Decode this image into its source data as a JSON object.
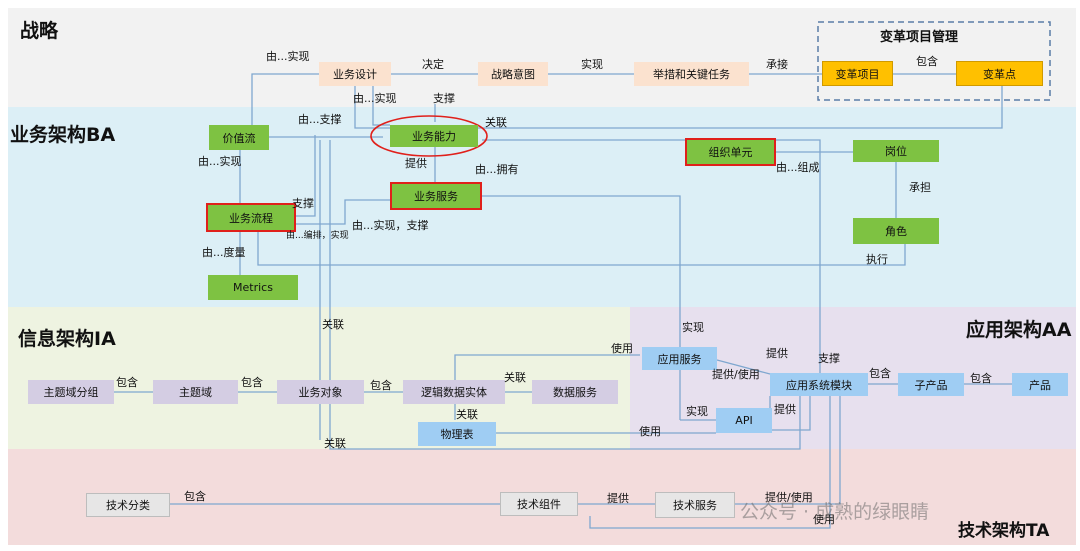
{
  "bands": {
    "strategy": "战略",
    "ba": "业务架构BA",
    "ia": "信息架构IA",
    "aa": "应用架构AA",
    "ta": "技术架构TA"
  },
  "reform_group_title": "变革项目管理",
  "nodes": {
    "business_design": "业务设计",
    "strategic_intent": "战略意图",
    "measures_tasks": "举措和关键任务",
    "reform_project": "变革项目",
    "reform_point": "变革点",
    "value_stream": "价值流",
    "business_capability": "业务能力",
    "org_unit": "组织单元",
    "position": "岗位",
    "business_process": "业务流程",
    "business_service": "业务服务",
    "role": "角色",
    "metrics": "Metrics",
    "subject_domain_group": "主题域分组",
    "subject_domain": "主题域",
    "business_object": "业务对象",
    "logical_data_entity": "逻辑数据实体",
    "data_service": "数据服务",
    "physical_table": "物理表",
    "application_service": "应用服务",
    "app_system_module": "应用系统模块",
    "sub_product": "子产品",
    "product": "产品",
    "api": "API",
    "tech_category": "技术分类",
    "tech_component": "技术组件",
    "tech_service": "技术服务"
  },
  "relations": {
    "realized_by_1": "由...实现",
    "decide": "决定",
    "realize_1": "实现",
    "undertake": "承接",
    "contain_1": "包含",
    "realized_by_2": "由...实现",
    "support_1": "支撑",
    "supported_by": "由...支撑",
    "associate_1": "关联",
    "realized_by_3": "由...实现",
    "provide_1": "提供",
    "owned_by": "由...拥有",
    "composed_by": "由...组成",
    "bear": "承担",
    "support_2": "支撑",
    "orchestrated_by": "由...编排，实现",
    "realized_support": "由...实现，支撑",
    "measured_by": "由...度量",
    "execute": "执行",
    "associate_2": "关联",
    "realize_2": "实现",
    "use_1": "使用",
    "provide_2": "提供",
    "provide_use_1": "提供/使用",
    "support_3": "支撑",
    "contain_2": "包含",
    "contain_3": "包含",
    "contain_4": "包含",
    "contain_5": "包含",
    "associate_3": "关联",
    "associate_4": "关联",
    "realize_3": "实现",
    "provide_3": "提供",
    "use_2": "使用",
    "associate_5": "关联",
    "contain_6": "包含",
    "provide_4": "提供",
    "provide_use_2": "提供/使用",
    "use_3": "使用"
  },
  "watermark": "公众号 · 成熟的绿眼睛",
  "colors": {
    "strategy_band": "#f2f2f2",
    "ba_band": "#dceff6",
    "ia_band": "#eef3e1",
    "aa_band": "#e7e0ee",
    "ta_band": "#f3dcdc",
    "line": "#7fa7cf",
    "highlight": "#e0201b"
  }
}
